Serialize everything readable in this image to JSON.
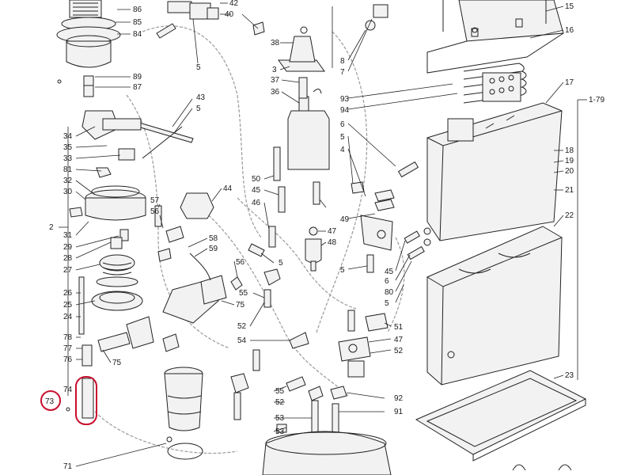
{
  "diagram": {
    "highlight_color": "#c8102e",
    "callouts": {
      "c86": "86",
      "c85": "85",
      "c84": "84",
      "c89": "89",
      "c87": "87",
      "c42": "42",
      "c40": "40",
      "c38": "38",
      "c3": "3",
      "c37": "37",
      "c36": "36",
      "c5a": "5",
      "c43": "43",
      "c5b": "5",
      "c34": "34",
      "c35": "35",
      "c33": "33",
      "c81": "81",
      "c32": "32",
      "c30": "30",
      "c2": "2",
      "c31": "31",
      "c29": "29",
      "c28": "28",
      "c27": "27",
      "c26": "26",
      "c25": "25",
      "c24": "24",
      "c78": "78",
      "c77": "77",
      "c76": "76",
      "c75a": "75",
      "c74": "74",
      "c73": "73",
      "c71": "71",
      "c57": "57",
      "c56a": "56",
      "c44": "44",
      "c58": "58",
      "c59": "59",
      "c56b": "56",
      "c75b": "75",
      "c50": "50",
      "c45a": "45",
      "c46": "46",
      "c55a": "55",
      "c5c": "5",
      "c52a": "52",
      "c54": "54",
      "c47a": "47",
      "c48": "48",
      "c8": "8",
      "c7": "7",
      "c93": "93",
      "c94": "94",
      "c6a": "6",
      "c5d": "5",
      "c4": "4",
      "c49": "49",
      "c5e": "5",
      "c45b": "45",
      "c6b": "6",
      "c80": "80",
      "c5f": "5",
      "c51": "51",
      "c47b": "47",
      "c52b": "52",
      "c55b": "55",
      "c52c": "52",
      "c53a": "53",
      "c53b": "53",
      "c92": "92",
      "c91": "91",
      "c15": "15",
      "c16": "16",
      "c17": "17",
      "c179": "1-79",
      "c18": "18",
      "c19": "19",
      "c20": "20",
      "c21": "21",
      "c22": "22",
      "c23": "23"
    }
  }
}
